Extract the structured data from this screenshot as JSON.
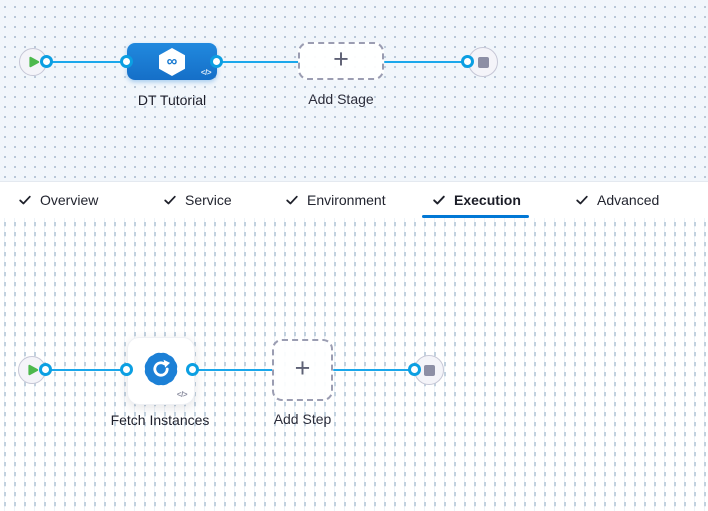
{
  "stage_canvas": {
    "start_node": {
      "icon": "play-icon"
    },
    "stage": {
      "label": "DT Tutorial",
      "icon": "harness-cd-hexagon-icon",
      "icon_glyph": "∞",
      "code_badge": "</>"
    },
    "add_stage": {
      "label": "Add Stage",
      "plus": "+"
    },
    "end_node": {
      "icon": "stop-icon"
    }
  },
  "tabs": [
    {
      "label": "Overview",
      "checked": true,
      "active": false
    },
    {
      "label": "Service",
      "checked": true,
      "active": false
    },
    {
      "label": "Environment",
      "checked": true,
      "active": false
    },
    {
      "label": "Execution",
      "checked": true,
      "active": true
    },
    {
      "label": "Advanced",
      "checked": true,
      "active": false
    }
  ],
  "step_canvas": {
    "start_node": {
      "icon": "play-icon"
    },
    "step": {
      "label": "Fetch Instances",
      "icon": "fetch-instances-icon",
      "code_badge": "</>"
    },
    "add_step": {
      "label": "Add Step",
      "plus": "+"
    },
    "end_node": {
      "icon": "stop-icon"
    }
  },
  "colors": {
    "accent": "#0278D5",
    "connector_blue": "#1AA7EB",
    "stage_node_blue": "#1B80D7",
    "step_icon_blue": "#1C80D6",
    "play_green": "#4DB94D",
    "stop_gray": "#8D8FA5",
    "dashed_border": "#9B9DB2",
    "canvas_top_bg": "#F1F6FB",
    "canvas_bottom_bg": "#FFFFFF"
  }
}
